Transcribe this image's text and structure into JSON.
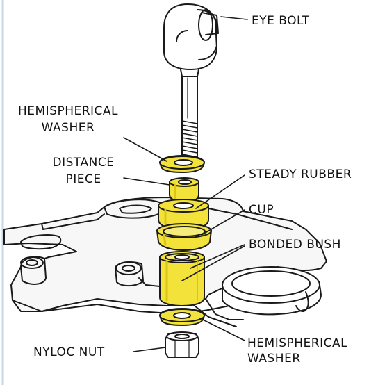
{
  "labels": {
    "eye_bolt": "EYE BOLT",
    "hemi_washer_top_1": "HEMISPHERICAL",
    "hemi_washer_top_2": "WASHER",
    "distance_piece_1": "DISTANCE",
    "distance_piece_2": "PIECE",
    "steady_rubber": "STEADY RUBBER",
    "cup": "CUP",
    "bonded_bush": "BONDED BUSH",
    "nyloc_nut": "NYLOC NUT",
    "hemi_washer_bottom_1": "HEMISPHERICAL",
    "hemi_washer_bottom_2": "WASHER"
  },
  "colors": {
    "highlight": "#f2e23a",
    "highlight_dark": "#d9c515",
    "line": "#1a1a1a",
    "frame_fill": "#f7f7f7"
  }
}
